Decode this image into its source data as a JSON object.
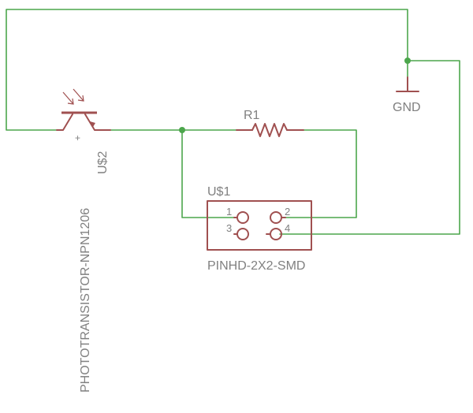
{
  "labels": {
    "gnd": "GND",
    "resistor_name": "R1",
    "connector_name": "U$1",
    "connector_value": "PINHD-2X2-SMD",
    "transistor_name": "U$2",
    "transistor_value": "PHOTOTRANSISTOR-NPN1206",
    "transistor_pin_plus": "+",
    "pin_1": "1",
    "pin_2": "2",
    "pin_3": "3",
    "pin_4": "4"
  },
  "colors": {
    "wire": "#4ca64c",
    "part": "#a05050",
    "text": "#808080"
  }
}
